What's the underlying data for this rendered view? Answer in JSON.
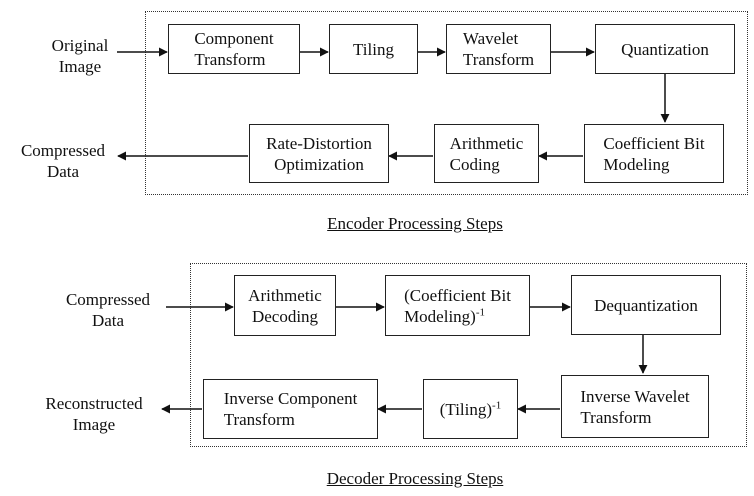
{
  "encoder": {
    "title": "Encoder Processing Steps",
    "input_label": [
      "Original",
      "Image"
    ],
    "output_label": [
      "Compressed",
      "Data"
    ],
    "steps": {
      "component_transform": [
        "Component",
        "Transform"
      ],
      "tiling": [
        "Tiling"
      ],
      "wavelet_transform": [
        "Wavelet",
        "Transform"
      ],
      "quantization": [
        "Quantization"
      ],
      "coefficient_bit_modeling": [
        "Coefficient Bit",
        "Modeling"
      ],
      "arithmetic_coding": [
        "Arithmetic",
        "Coding"
      ],
      "rate_distortion_optimization": [
        "Rate-Distortion",
        "Optimization"
      ]
    }
  },
  "decoder": {
    "title": "Decoder Processing Steps",
    "input_label": [
      "Compressed",
      "Data"
    ],
    "output_label": [
      "Reconstructed",
      "Image"
    ],
    "steps": {
      "arithmetic_decoding": [
        "Arithmetic",
        "Decoding"
      ],
      "coefficient_bit_modeling_inverse": [
        "(Coefficient Bit",
        "Modeling)"
      ],
      "coefficient_bit_modeling_inverse_sup": "-1",
      "dequantization": [
        "Dequantization"
      ],
      "inverse_wavelet_transform": [
        "Inverse Wavelet",
        "Transform"
      ],
      "tiling_inverse": "(Tiling)",
      "tiling_inverse_sup": "-1",
      "inverse_component_transform": [
        "Inverse Component",
        "Transform"
      ]
    }
  }
}
